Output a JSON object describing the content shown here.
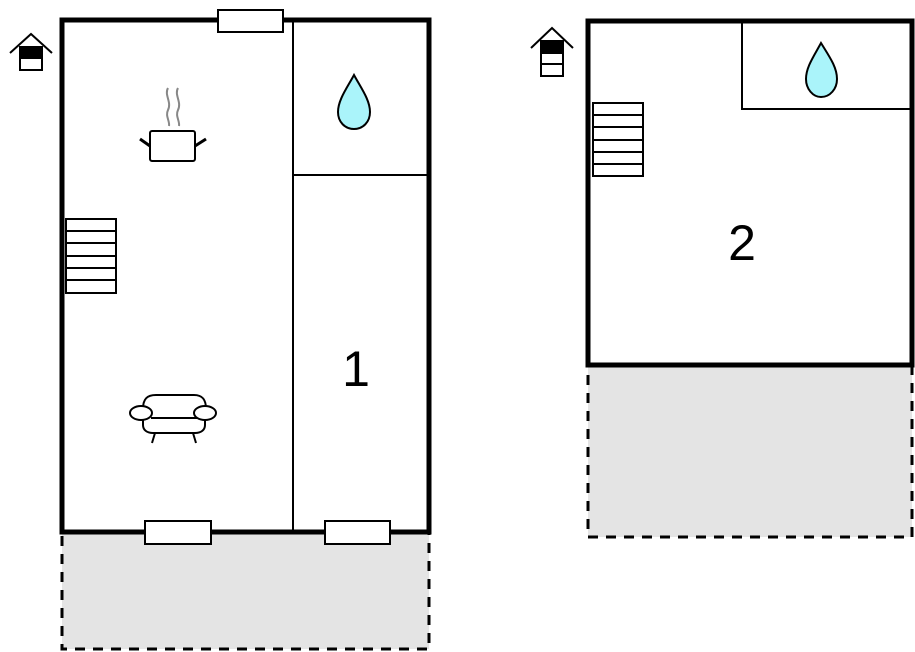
{
  "floors": [
    {
      "id": "floor-1",
      "level_icon": "house-ground-floor-icon",
      "label": "1",
      "rooms": [
        "kitchen-living",
        "bathroom",
        "bedroom-1"
      ],
      "features": [
        "stairs",
        "cooking-pot",
        "sofa",
        "water-drop",
        "window-top",
        "window-bottom-left",
        "window-bottom-right",
        "terrace"
      ]
    },
    {
      "id": "floor-2",
      "level_icon": "house-upper-floor-icon",
      "label": "2",
      "rooms": [
        "bedroom-2",
        "bathroom"
      ],
      "features": [
        "stairs",
        "water-drop",
        "terrace"
      ]
    }
  ],
  "colors": {
    "wall": "#000000",
    "background": "#ffffff",
    "terrace_fill": "#e4e4e4",
    "water": "#aaf4fa",
    "steam": "#888888"
  }
}
